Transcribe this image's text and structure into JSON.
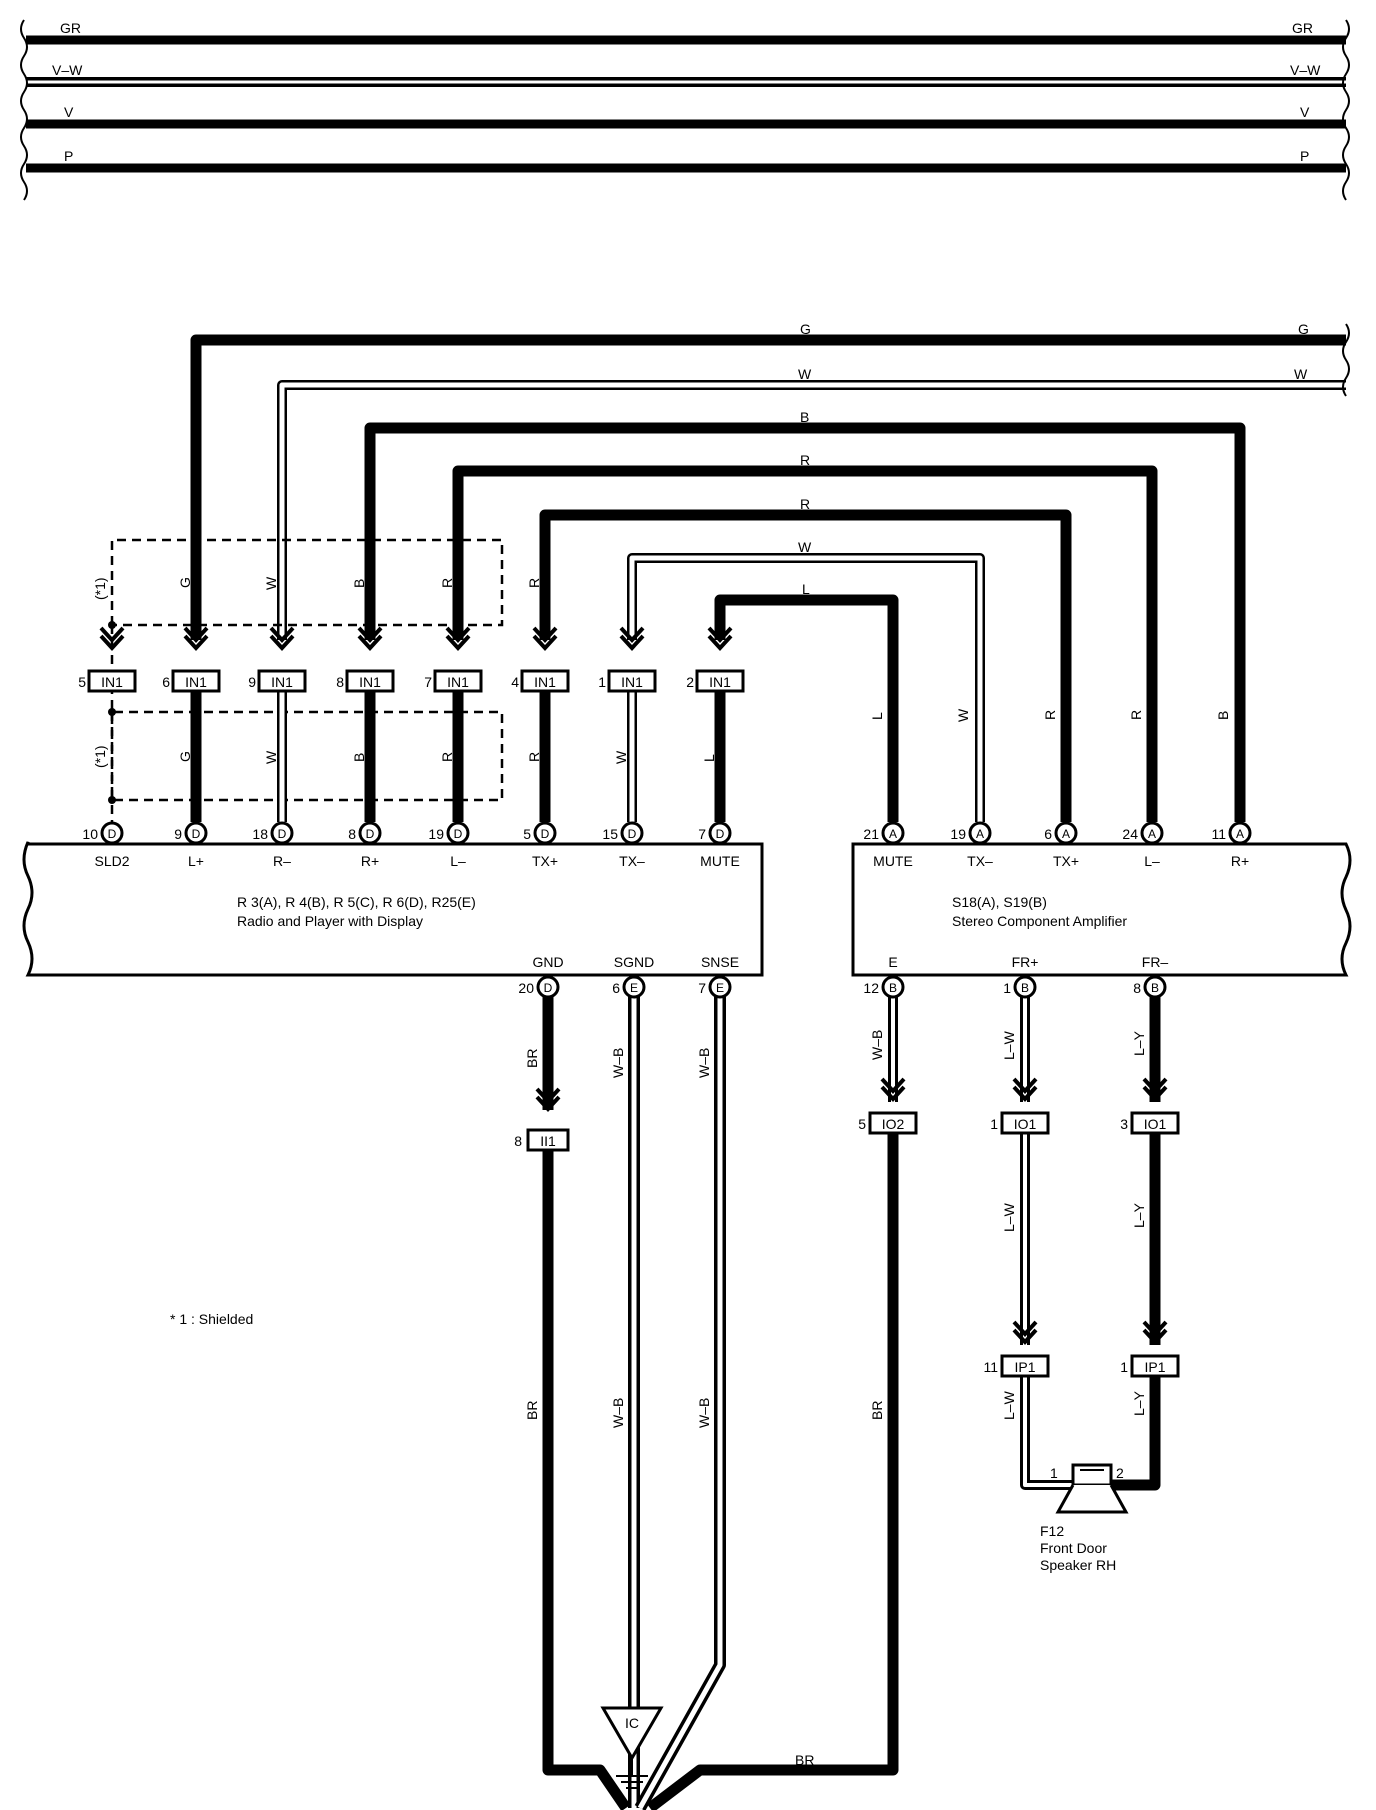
{
  "top_wires": [
    {
      "color": "GR",
      "style": "thick"
    },
    {
      "color": "V–W",
      "style": "striped"
    },
    {
      "color": "V",
      "style": "thick"
    },
    {
      "color": "P",
      "style": "thick"
    }
  ],
  "connector_in1": {
    "label": "IN1",
    "pins": [
      {
        "pin": "5",
        "wire_above": "",
        "wire_below": ""
      },
      {
        "pin": "6",
        "wire_above": "G",
        "wire_below": "G"
      },
      {
        "pin": "9",
        "wire_above": "W",
        "wire_below": "W"
      },
      {
        "pin": "8",
        "wire_above": "B",
        "wire_below": "B"
      },
      {
        "pin": "7",
        "wire_above": "R",
        "wire_below": "R"
      },
      {
        "pin": "4",
        "wire_above": "R",
        "wire_below": "R"
      },
      {
        "pin": "1",
        "wire_above": "",
        "wire_below": "W"
      },
      {
        "pin": "2",
        "wire_above": "",
        "wire_below": "L"
      }
    ]
  },
  "shield_note_label": "(*1)",
  "loop_wires": [
    {
      "color": "G"
    },
    {
      "color": "W"
    },
    {
      "color": "B"
    },
    {
      "color": "R"
    },
    {
      "color": "R"
    },
    {
      "color": "W"
    },
    {
      "color": "L"
    }
  ],
  "radio": {
    "name_line1": "R 3(A), R 4(B), R 5(C), R 6(D), R25(E)",
    "name_line2": "Radio and Player with Display",
    "top_terminals": [
      {
        "pin": "10",
        "conn": "D",
        "name": "SLD2"
      },
      {
        "pin": "9",
        "conn": "D",
        "name": "L+"
      },
      {
        "pin": "18",
        "conn": "D",
        "name": "R–"
      },
      {
        "pin": "8",
        "conn": "D",
        "name": "R+"
      },
      {
        "pin": "19",
        "conn": "D",
        "name": "L–"
      },
      {
        "pin": "5",
        "conn": "D",
        "name": "TX+"
      },
      {
        "pin": "15",
        "conn": "D",
        "name": "TX–"
      },
      {
        "pin": "7",
        "conn": "D",
        "name": "MUTE"
      }
    ],
    "bottom_terminals": [
      {
        "pin": "20",
        "conn": "D",
        "name": "GND"
      },
      {
        "pin": "6",
        "conn": "E",
        "name": "SGND"
      },
      {
        "pin": "7",
        "conn": "E",
        "name": "SNSE"
      }
    ]
  },
  "amplifier": {
    "name_line1": "S18(A), S19(B)",
    "name_line2": "Stereo Component Amplifier",
    "top_terminals": [
      {
        "pin": "21",
        "conn": "A",
        "name": "MUTE",
        "wire": "L"
      },
      {
        "pin": "19",
        "conn": "A",
        "name": "TX–",
        "wire": "W"
      },
      {
        "pin": "6",
        "conn": "A",
        "name": "TX+",
        "wire": "R"
      },
      {
        "pin": "24",
        "conn": "A",
        "name": "L–",
        "wire": "R"
      },
      {
        "pin": "11",
        "conn": "A",
        "name": "R+",
        "wire": "B"
      }
    ],
    "bottom_terminals": [
      {
        "pin": "12",
        "conn": "B",
        "name": "E"
      },
      {
        "pin": "1",
        "conn": "B",
        "name": "FR+"
      },
      {
        "pin": "8",
        "conn": "B",
        "name": "FR–"
      }
    ]
  },
  "lower_wires": {
    "gnd_upper": "BR",
    "gnd_lower": "BR",
    "sgnd_upper": "W–B",
    "sgnd_lower": "W–B",
    "snse_upper": "W–B",
    "snse_lower": "W–B",
    "e_upper": "W–B",
    "e_lower": "BR",
    "frp_upper": "L–W",
    "frp_mid": "L–W",
    "frp_lower": "L–W",
    "frm_upper": "L–Y",
    "frm_mid": "L–Y",
    "frm_lower": "L–Y",
    "bottom_bus": "BR"
  },
  "connectors": {
    "ii1": {
      "label": "II1",
      "pin": "8"
    },
    "io2": {
      "label": "IO2",
      "pin": "5"
    },
    "io1_a": {
      "label": "IO1",
      "pin": "1"
    },
    "io1_b": {
      "label": "IO1",
      "pin": "3"
    },
    "ip1_a": {
      "label": "IP1",
      "pin": "11"
    },
    "ip1_b": {
      "label": "IP1",
      "pin": "1"
    }
  },
  "speaker": {
    "pin1": "1",
    "pin2": "2",
    "code": "F12",
    "name_line1": "Front Door",
    "name_line2": "Speaker RH"
  },
  "ground": {
    "label": "IC"
  },
  "footnote": "* 1 : Shielded"
}
